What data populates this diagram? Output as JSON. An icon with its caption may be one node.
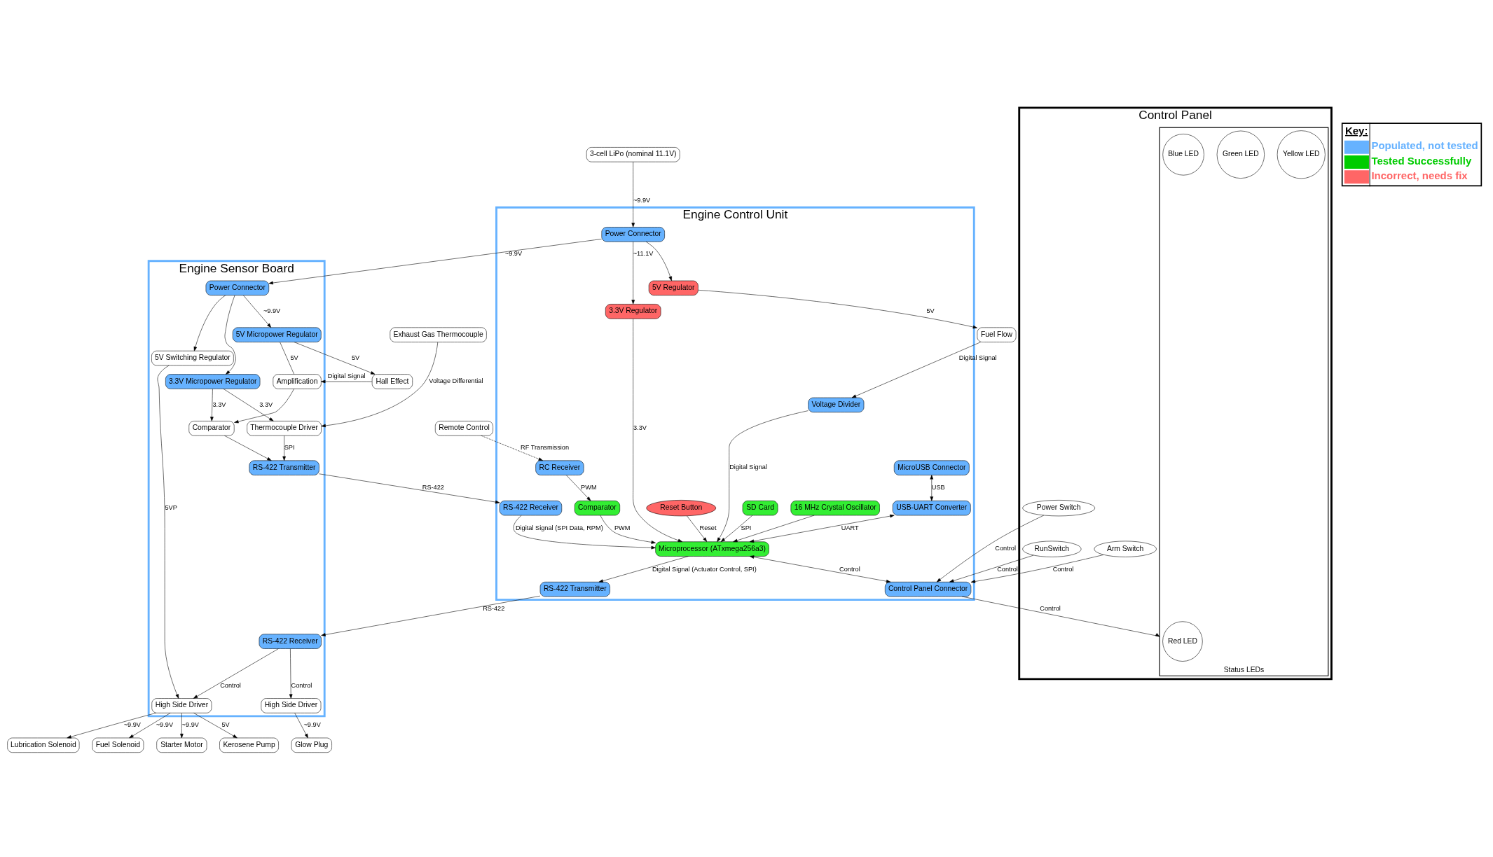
{
  "diagram": {
    "nodes": [
      {
        "text": [
          "Engine Control Unit"
        ]
      },
      {
        "text": [
          "MicroUSB Connector"
        ],
        "in": 0
      },
      {
        "text": [
          "USB-UART Converter"
        ],
        "in": 0
      },
      {
        "text": [
          "16 MHz Crystal Oscillator"
        ],
        "in": 0
      },
      {
        "text": [
          "Microprocessor (ATxmega256a3)"
        ],
        "in": 0
      },
      {
        "text": [
          "SD Card"
        ],
        "in": 0
      },
      {
        "text": [
          "RS-422 Receiver"
        ],
        "in": 0
      },
      {
        "text": [
          "RS-422 Transmitter"
        ],
        "in": 0
      },
      {
        "text": [
          "Reset Button"
        ],
        "in": 0
      },
      {
        "text": [
          "3.3V Regulator"
        ],
        "in": 0
      },
      {
        "text": [
          "5V Regulator"
        ],
        "in": 0
      },
      {
        "text": [
          "Power Connector"
        ],
        "in": 0
      },
      {
        "text": [
          "RC Receiver"
        ],
        "in": 0
      },
      {
        "text": [
          "Comparator"
        ],
        "in": 0
      },
      {
        "text": [
          "Control Panel Connector"
        ],
        "in": 0
      },
      {
        "text": [
          "Voltage Divider"
        ],
        "in": 0
      },
      {
        "text": [
          "Engine Sensor Board"
        ]
      },
      {
        "text": [
          "RS-422 Transmitter"
        ],
        "in": 16
      },
      {
        "text": [
          "Comparator"
        ],
        "in": 16
      },
      {
        "text": [
          "Amplification"
        ],
        "in": 16
      },
      {
        "text": [
          "RS-422 Receiver"
        ],
        "in": 16
      },
      {
        "text": [
          "5V Micropower Regulator"
        ],
        "in": 16
      },
      {
        "text": [
          "Thermocouple Driver"
        ],
        "in": 16
      },
      {
        "text": [
          "3.3V Micropower Regulator"
        ],
        "in": 16
      },
      {
        "text": [
          "High Side Driver"
        ],
        "in": 16
      },
      {
        "text": [
          "5V Switching Regulator"
        ],
        "in": 16
      },
      {
        "text": [
          "High Side Driver"
        ],
        "in": 16
      },
      {
        "text": [
          "Power Connector"
        ],
        "in": 16
      },
      {
        "text": [
          "Control Panel"
        ]
      },
      {
        "text": [
          "Arm Switch"
        ],
        "in": 28
      },
      {
        "text": [
          "RunSwitch"
        ],
        "in": 28
      },
      {
        "text": [
          "Power Switch"
        ],
        "in": 28
      },
      {
        "text": [
          "Status LEDs"
        ],
        "in": 28
      },
      {
        "text": [
          "Red LED"
        ],
        "in": 32
      },
      {
        "text": [
          "Yellow LED"
        ],
        "in": 32
      },
      {
        "text": [
          "Green LED"
        ],
        "in": 32
      },
      {
        "text": [
          "Blue LED"
        ],
        "in": 32
      },
      {
        "text": [
          "Remote Control"
        ]
      },
      {
        "text": [
          "Fuel Flow"
        ]
      },
      {
        "text": [
          "3-cell LiPo (nominal 11.1V)"
        ]
      },
      {
        "text": [
          "Hall Effect"
        ]
      },
      {
        "text": [
          "Exhaust Gas Thermocouple"
        ]
      },
      {
        "text": [
          "Kerosene Pump"
        ]
      },
      {
        "text": [
          "Lubrication Solenoid"
        ]
      },
      {
        "text": [
          "Fuel Solenoid"
        ]
      },
      {
        "text": [
          "Starter Motor"
        ]
      },
      {
        "text": [
          "Glow Plug"
        ]
      }
    ],
    "edges": [
      {
        "from": 1,
        "to": 2,
        "arrow": "both",
        "label": "USB"
      },
      {
        "from": 2,
        "to": 4,
        "arrow": "both",
        "label": "UART"
      },
      {
        "from": 3,
        "to": 4,
        "arrow": "to"
      },
      {
        "from": 5,
        "to": 4,
        "arrow": "to",
        "label": "SPI"
      },
      {
        "from": 6,
        "to": 4,
        "arrow": "to",
        "label": "Digital Signal (SPI Data, RPM)"
      },
      {
        "from": 4,
        "to": 7,
        "arrow": "to",
        "label": "Digital Signal (Actuator Control, SPI)"
      },
      {
        "from": 8,
        "to": 4,
        "arrow": "to",
        "label": "Reset"
      },
      {
        "from": 9,
        "to": 4,
        "arrow": "to",
        "label": "3.3V"
      },
      {
        "from": 11,
        "to": 9,
        "arrow": "to",
        "label": "~11.1V"
      },
      {
        "from": 11,
        "to": 10,
        "arrow": "to"
      },
      {
        "from": 12,
        "to": 13,
        "arrow": "to",
        "label": "PWM"
      },
      {
        "from": 13,
        "to": 4,
        "arrow": "to",
        "label": "PWM"
      },
      {
        "from": 4,
        "to": 14,
        "arrow": "both",
        "label": "Control"
      },
      {
        "from": 15,
        "to": 4,
        "arrow": "to",
        "label": "Digital Signal"
      },
      {
        "from": 10,
        "to": 38,
        "arrow": "to",
        "label": "5V"
      },
      {
        "from": 38,
        "to": 15,
        "arrow": "to",
        "label": "Digital Signal"
      },
      {
        "from": 39,
        "to": 11,
        "arrow": "to",
        "label": "~9.9V"
      },
      {
        "from": 11,
        "to": 27,
        "arrow": "to",
        "label": "~9.9V"
      },
      {
        "from": 37,
        "to": 12,
        "arrow": "to",
        "label": "RF Transmission",
        "style": "dashed"
      },
      {
        "from": 29,
        "to": 14,
        "arrow": "to",
        "label": "Control"
      },
      {
        "from": 31,
        "to": 14,
        "arrow": "to",
        "label": "Control"
      },
      {
        "from": 30,
        "to": 14,
        "arrow": "to",
        "label": "Control"
      },
      {
        "from": 14,
        "to": 32,
        "arrow": "to",
        "label": "Control"
      },
      {
        "from": 17,
        "to": 6,
        "arrow": "to",
        "label": "RS-422"
      },
      {
        "from": 7,
        "to": 20,
        "arrow": "to",
        "label": "RS-422"
      },
      {
        "from": 18,
        "to": 17,
        "arrow": "to"
      },
      {
        "from": 19,
        "to": 18,
        "arrow": "to"
      },
      {
        "from": 40,
        "to": 19,
        "arrow": "to",
        "label": "Digital Signal"
      },
      {
        "from": 41,
        "to": 22,
        "arrow": "to",
        "label": "Voltage Differential"
      },
      {
        "from": 21,
        "to": 19,
        "arrow": "none",
        "label": "5V"
      },
      {
        "from": 21,
        "to": 40,
        "arrow": "to",
        "label": "5V"
      },
      {
        "from": 22,
        "to": 17,
        "arrow": "to",
        "label": "SPI"
      },
      {
        "from": 23,
        "to": 18,
        "arrow": "to",
        "label": "3.3V"
      },
      {
        "from": 23,
        "to": 22,
        "arrow": "to",
        "label": "3.3V"
      },
      {
        "from": 20,
        "to": 24,
        "arrow": "to",
        "label": "Control"
      },
      {
        "from": 20,
        "to": 26,
        "arrow": "to",
        "label": "Control"
      },
      {
        "from": 27,
        "to": 21,
        "arrow": "to",
        "label": "~9.9V"
      },
      {
        "from": 27,
        "to": 23,
        "arrow": "to"
      },
      {
        "from": 27,
        "to": 25,
        "arrow": "to"
      },
      {
        "from": 25,
        "to": 24,
        "arrow": "to",
        "label": "5VP"
      },
      {
        "from": 24,
        "to": 42,
        "arrow": "to",
        "label": "5V"
      },
      {
        "from": 24,
        "to": 43,
        "arrow": "to",
        "label": "~9.9V"
      },
      {
        "from": 24,
        "to": 44,
        "arrow": "to",
        "label": "~9.9V"
      },
      {
        "from": 24,
        "to": 45,
        "arrow": "to",
        "label": "~9.9V"
      },
      {
        "from": 26,
        "to": 46,
        "arrow": "to",
        "label": "~9.9V"
      }
    ],
    "labels": [
      "Key:"
    ],
    "legend": [
      {
        "text": "Populated, not tested",
        "color": "#66b2ff"
      },
      {
        "text": "Tested Successfully",
        "color": "#00cc00"
      },
      {
        "text": "Incorrect, needs fix",
        "color": "#ff6666"
      }
    ]
  }
}
